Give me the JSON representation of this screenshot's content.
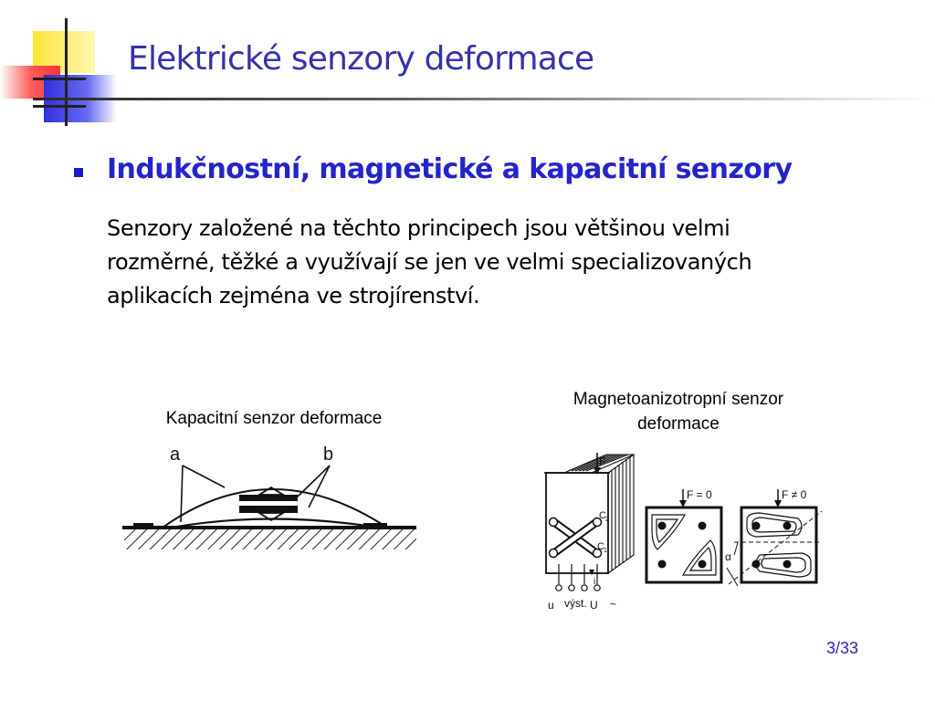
{
  "slide": {
    "title": "Elektrické senzory deformace",
    "heading": "Indukčnostní, magnetické a kapacitní senzory",
    "body": "Senzory založené na těchto principech jsou většinou velmi rozměrné, těžké a využívají se jen ve velmi specializovaných aplikacích zejména ve strojírenství.",
    "page": "3/33"
  },
  "figures": {
    "left": {
      "caption": "Kapacitní senzor deformace",
      "label_a": "a",
      "label_b": "b"
    },
    "right": {
      "caption": "Magnetoanizotropní  senzor\ndeformace",
      "label_F": "F",
      "label_c2": "C",
      "label_c1": "C",
      "label_F0": "F = 0",
      "label_Fne0": "F ≠ 0",
      "label_alpha": "α",
      "label_i1": "i",
      "label_u2": "u",
      "label_vyst": "výst.",
      "label_U1": "U",
      "label_tilde": "~",
      "sub_2": "2",
      "sub_1": "1"
    }
  },
  "colors": {
    "title": "#3333aa",
    "heading": "#2424cc",
    "bullet": "#1a1acc",
    "deco_yellow": "#ffe43a",
    "deco_blue": "#3a3ae0",
    "deco_red": "#ff3333"
  }
}
